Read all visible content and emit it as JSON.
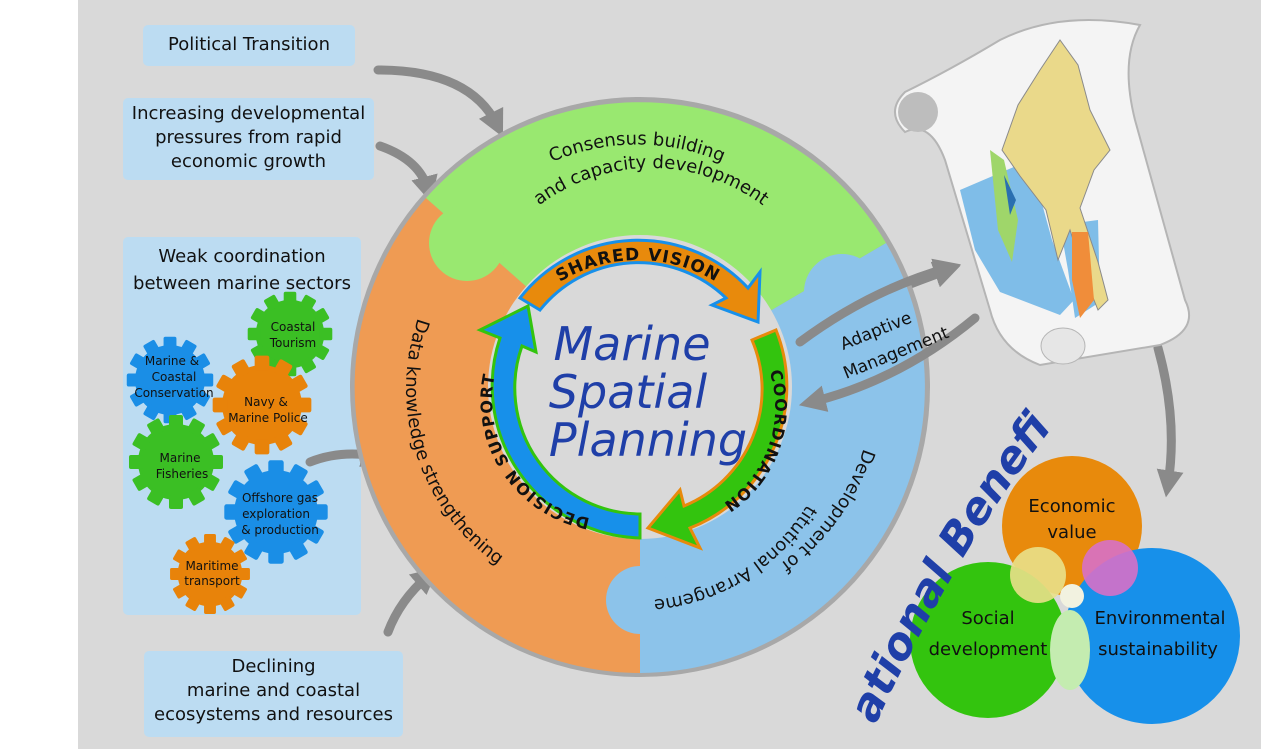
{
  "pressures": {
    "political": "Political Transition",
    "development": [
      "Increasing developmental",
      "pressures from rapid",
      "economic growth"
    ],
    "coordination": [
      "Weak coordination",
      "between marine sectors"
    ],
    "ecosystems": [
      "Declining",
      "marine and coastal",
      "ecosystems and resources"
    ]
  },
  "sectors": {
    "tourism": [
      "Coastal",
      "Tourism"
    ],
    "conservation": [
      "Marine &",
      "Coastal",
      "Conservation"
    ],
    "navy": [
      "Navy &",
      "Marine Police"
    ],
    "fisheries": [
      "Marine",
      "Fisheries"
    ],
    "gas": [
      "Offshore gas",
      "exploration",
      "& production"
    ],
    "transport": [
      "Maritime",
      "transport"
    ]
  },
  "cycle": {
    "consensus": [
      "Consensus building",
      "and capacity development"
    ],
    "data": "Data knowledge strengthening",
    "institutional": [
      "Institutional Arrangements",
      "Development of"
    ],
    "shared_vision": "SHARED VISION",
    "coordination": "COORDINATION",
    "decision_support": "DECISION SUPPORT",
    "title": [
      "Marine",
      "Spatial",
      "Planning"
    ]
  },
  "adaptive": [
    "Adaptive",
    "Management"
  ],
  "benefits": {
    "title": "National Benefits",
    "economic": [
      "Economic",
      "value"
    ],
    "social": [
      "Social",
      "development"
    ],
    "environmental": [
      "Environmental",
      "sustainability"
    ]
  },
  "colors": {
    "background": "#d9d9d9",
    "box": "#bcdcf2",
    "green": "#99e870",
    "orange": "#ef9b53",
    "blue": "#8cc3ea",
    "gear_green": "#3bbf24",
    "gear_blue": "#1a8ee6",
    "gear_orange": "#e8830a",
    "title_blue": "#1f3fa8",
    "circle_orange": "#e88a0c",
    "circle_green": "#33c40e",
    "circle_blue": "#1790ea"
  },
  "icons": {
    "map": "myanmar-map-scroll-icon",
    "gear": "gear-icon",
    "arrow": "curved-arrow-icon"
  }
}
